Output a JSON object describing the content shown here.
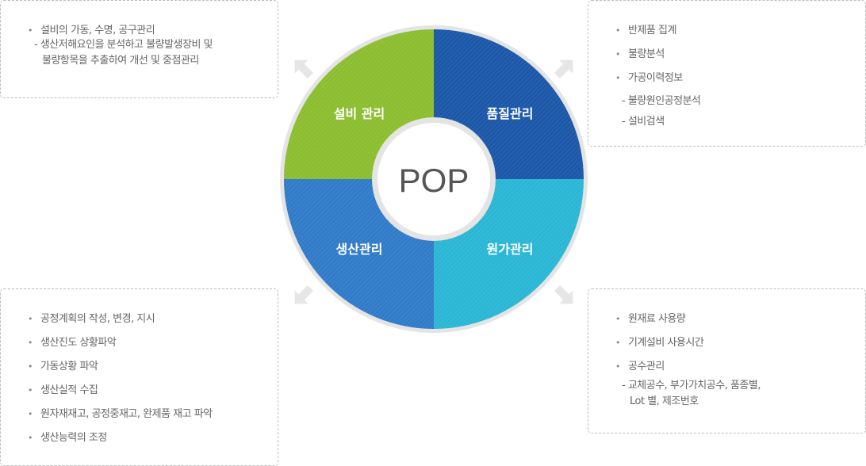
{
  "center_label": "POP",
  "quadrants": {
    "top_left": {
      "label": "설비 관리",
      "color": "#8bbd2e"
    },
    "top_right": {
      "label": "품질관리",
      "color": "#1a56a8"
    },
    "bottom_left": {
      "label": "생산관리",
      "color": "#2f7ac8"
    },
    "bottom_right": {
      "label": "원가관리",
      "color": "#28b6d4"
    }
  },
  "boxes": {
    "top_left": {
      "items": [
        "설비의 가동, 수명, 공구관리"
      ],
      "sub": [
        "- 생산저해요인을 분석하고 불량발생장비 및",
        "불량항목을 추출하여 개선 및 중점관리"
      ]
    },
    "top_right": {
      "items": [
        "반제품 집계",
        "불량분석",
        "가공이력정보"
      ],
      "sub": [
        "- 불량원인공정분석",
        "- 설비검색"
      ]
    },
    "bottom_left": {
      "items": [
        "공정계획의 작성, 변경, 지시",
        "생산진도 상황파악",
        "가동상황 파악",
        "생산실적 수집",
        "원자재재고, 공정중재고, 완제품 재고 파악",
        "생산능력의 조정"
      ]
    },
    "bottom_right": {
      "items": [
        "원재료 사용량",
        "기계설비 사용시간",
        "공수관리"
      ],
      "sub": [
        "- 교체공수, 부가가치공수, 품종별,",
        "Lot 별, 제조번호"
      ]
    }
  }
}
